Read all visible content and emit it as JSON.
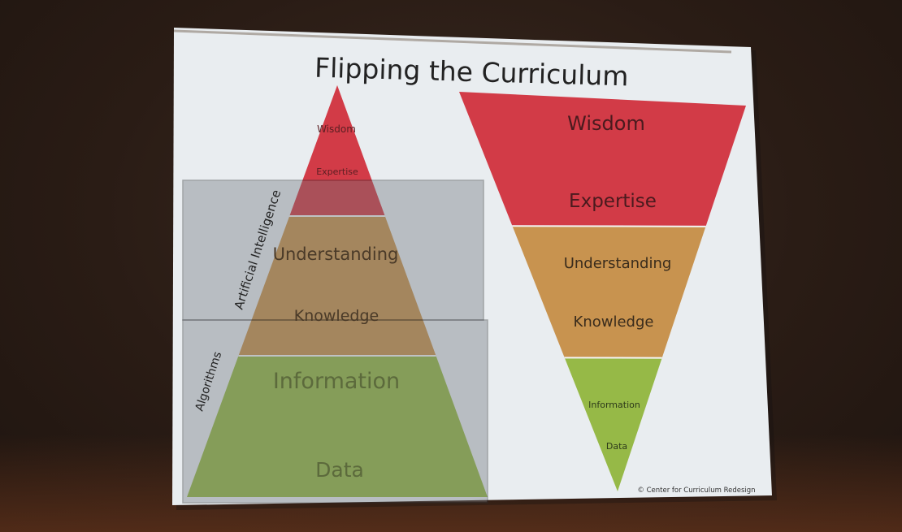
{
  "slide": {
    "title": "Flipping the Curriculum",
    "credit": "© Center for Curriculum Redesign"
  },
  "pyramid": {
    "labels": {
      "wisdom": "Wisdom",
      "expertise": "Expertise",
      "understanding": "Understanding",
      "knowledge": "Knowledge",
      "information": "Information",
      "data": "Data"
    },
    "overlays": {
      "ai": "Artificial Intelligence",
      "algorithms": "Algorithms"
    }
  },
  "inverted": {
    "labels": {
      "wisdom": "Wisdom",
      "expertise": "Expertise",
      "understanding": "Understanding",
      "knowledge": "Knowledge",
      "information": "Information",
      "data": "Data"
    }
  },
  "colors": {
    "red": "#d23b47",
    "orange": "#c8934f",
    "green": "#96b947",
    "slide_bg": "#e9edf0"
  }
}
